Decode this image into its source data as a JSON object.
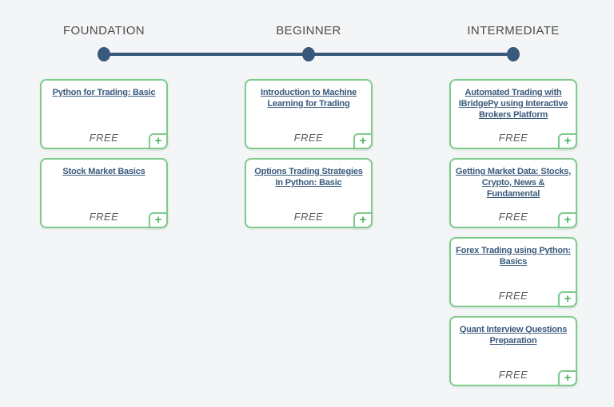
{
  "ui": {
    "plus_glyph": "+"
  },
  "colors": {
    "background": "#f3f5f7",
    "timeline": "#38597c",
    "stage_label": "#4c4c4c",
    "card_border": "#7ecb8c",
    "card_title": "#3a5a7c",
    "price_text": "#5f5f5f",
    "plus_icon": "#4db463"
  },
  "timeline": {
    "stages": [
      {
        "label": "FOUNDATION"
      },
      {
        "label": "BEGINNER"
      },
      {
        "label": "INTERMEDIATE"
      }
    ]
  },
  "columns": [
    {
      "stage": "FOUNDATION",
      "courses": [
        {
          "title": "Python for Trading: Basic",
          "price": "FREE"
        },
        {
          "title": "Stock Market Basics",
          "price": "FREE"
        }
      ]
    },
    {
      "stage": "BEGINNER",
      "courses": [
        {
          "title": "Introduction to Machine Learning for Trading",
          "price": "FREE"
        },
        {
          "title": "Options Trading Strategies In Python: Basic",
          "price": "FREE"
        }
      ]
    },
    {
      "stage": "INTERMEDIATE",
      "courses": [
        {
          "title": "Automated Trading with IBridgePy using Interactive Brokers Platform",
          "price": "FREE"
        },
        {
          "title": "Getting Market Data: Stocks, Crypto, News & Fundamental",
          "price": "FREE"
        },
        {
          "title": "Forex Trading using Python: Basics",
          "price": "FREE"
        },
        {
          "title": "Quant Interview Questions Preparation",
          "price": "FREE"
        }
      ]
    }
  ]
}
